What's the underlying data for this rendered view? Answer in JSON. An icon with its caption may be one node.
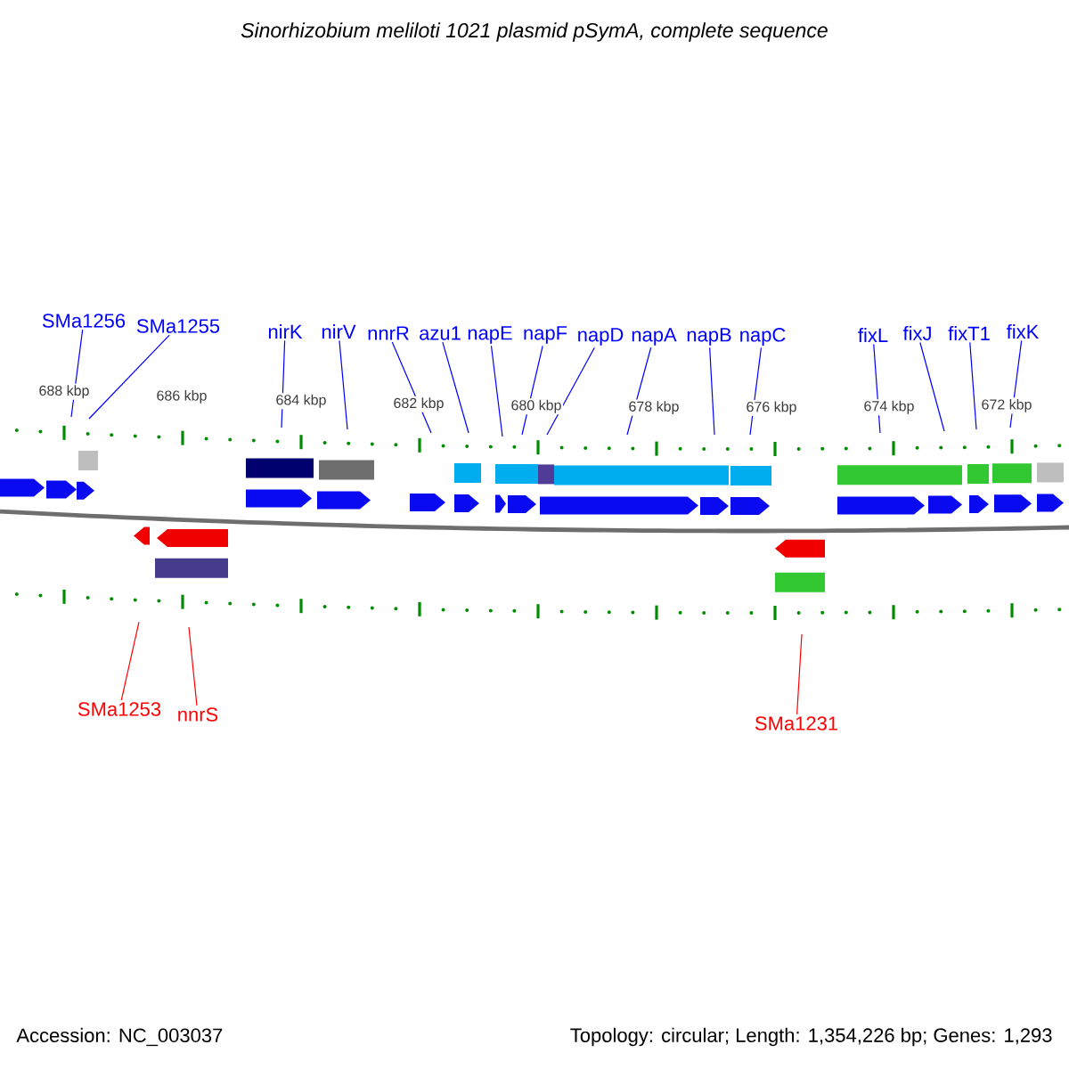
{
  "diagram": {
    "title": "*Sinorhizobium meliloti* 1021 plasmid pSymA, complete sequence",
    "nodes": [
      {
        "text": [
          "SMa1256"
        ]
      },
      {
        "text": [
          "SMa1255"
        ]
      },
      {
        "text": [
          "nirK"
        ]
      },
      {
        "text": [
          "nirV"
        ]
      },
      {
        "text": [
          "nnrR"
        ]
      },
      {
        "text": [
          "azu1"
        ]
      },
      {
        "text": [
          "napE"
        ]
      },
      {
        "text": [
          "napF"
        ]
      },
      {
        "text": [
          "napD"
        ]
      },
      {
        "text": [
          "napA"
        ]
      },
      {
        "text": [
          "napB"
        ]
      },
      {
        "text": [
          "napC"
        ]
      },
      {
        "text": [
          "fixL"
        ]
      },
      {
        "text": [
          "fixJ"
        ]
      },
      {
        "text": [
          "fixT1"
        ]
      },
      {
        "text": [
          "fixK"
        ]
      },
      {
        "text": [
          "SMa1253"
        ]
      },
      {
        "text": [
          "nnrS"
        ]
      },
      {
        "text": [
          "SMa1231"
        ]
      },
      {
        "text": [],
        "shape": "ruler"
      },
      {
        "text": [],
        "shape": "ruler"
      }
    ],
    "edges": [
      {
        "from": 0,
        "to": 19,
        "arrow": "none"
      },
      {
        "from": 1,
        "to": 19,
        "arrow": "none"
      },
      {
        "from": 2,
        "to": 19,
        "arrow": "none"
      },
      {
        "from": 3,
        "to": 19,
        "arrow": "none"
      },
      {
        "from": 4,
        "to": 19,
        "arrow": "none"
      },
      {
        "from": 5,
        "to": 19,
        "arrow": "none"
      },
      {
        "from": 6,
        "to": 19,
        "arrow": "none"
      },
      {
        "from": 7,
        "to": 19,
        "arrow": "none"
      },
      {
        "from": 8,
        "to": 19,
        "arrow": "none"
      },
      {
        "from": 9,
        "to": 19,
        "arrow": "none"
      },
      {
        "from": 10,
        "to": 19,
        "arrow": "none"
      },
      {
        "from": 11,
        "to": 19,
        "arrow": "none"
      },
      {
        "from": 12,
        "to": 19,
        "arrow": "none"
      },
      {
        "from": 13,
        "to": 19,
        "arrow": "none"
      },
      {
        "from": 14,
        "to": 19,
        "arrow": "none"
      },
      {
        "from": 15,
        "to": 19,
        "arrow": "none"
      },
      {
        "from": 16,
        "to": 20,
        "arrow": "none",
        "color": "#ff0000"
      },
      {
        "from": 17,
        "to": 20,
        "arrow": "none",
        "color": "#ff0000"
      },
      {
        "from": 18,
        "to": 20,
        "arrow": "none",
        "color": "#ff0000"
      }
    ],
    "labels": [
      "688 kbp",
      "686 kbp",
      "684 kbp",
      "682 kbp",
      "680 kbp",
      "678 kbp",
      "676 kbp",
      "674 kbp",
      "672 kbp",
      "Accession: NC_003037",
      "Topology: circular; Length: 1,354,226 bp; Genes: 1,293"
    ]
  }
}
